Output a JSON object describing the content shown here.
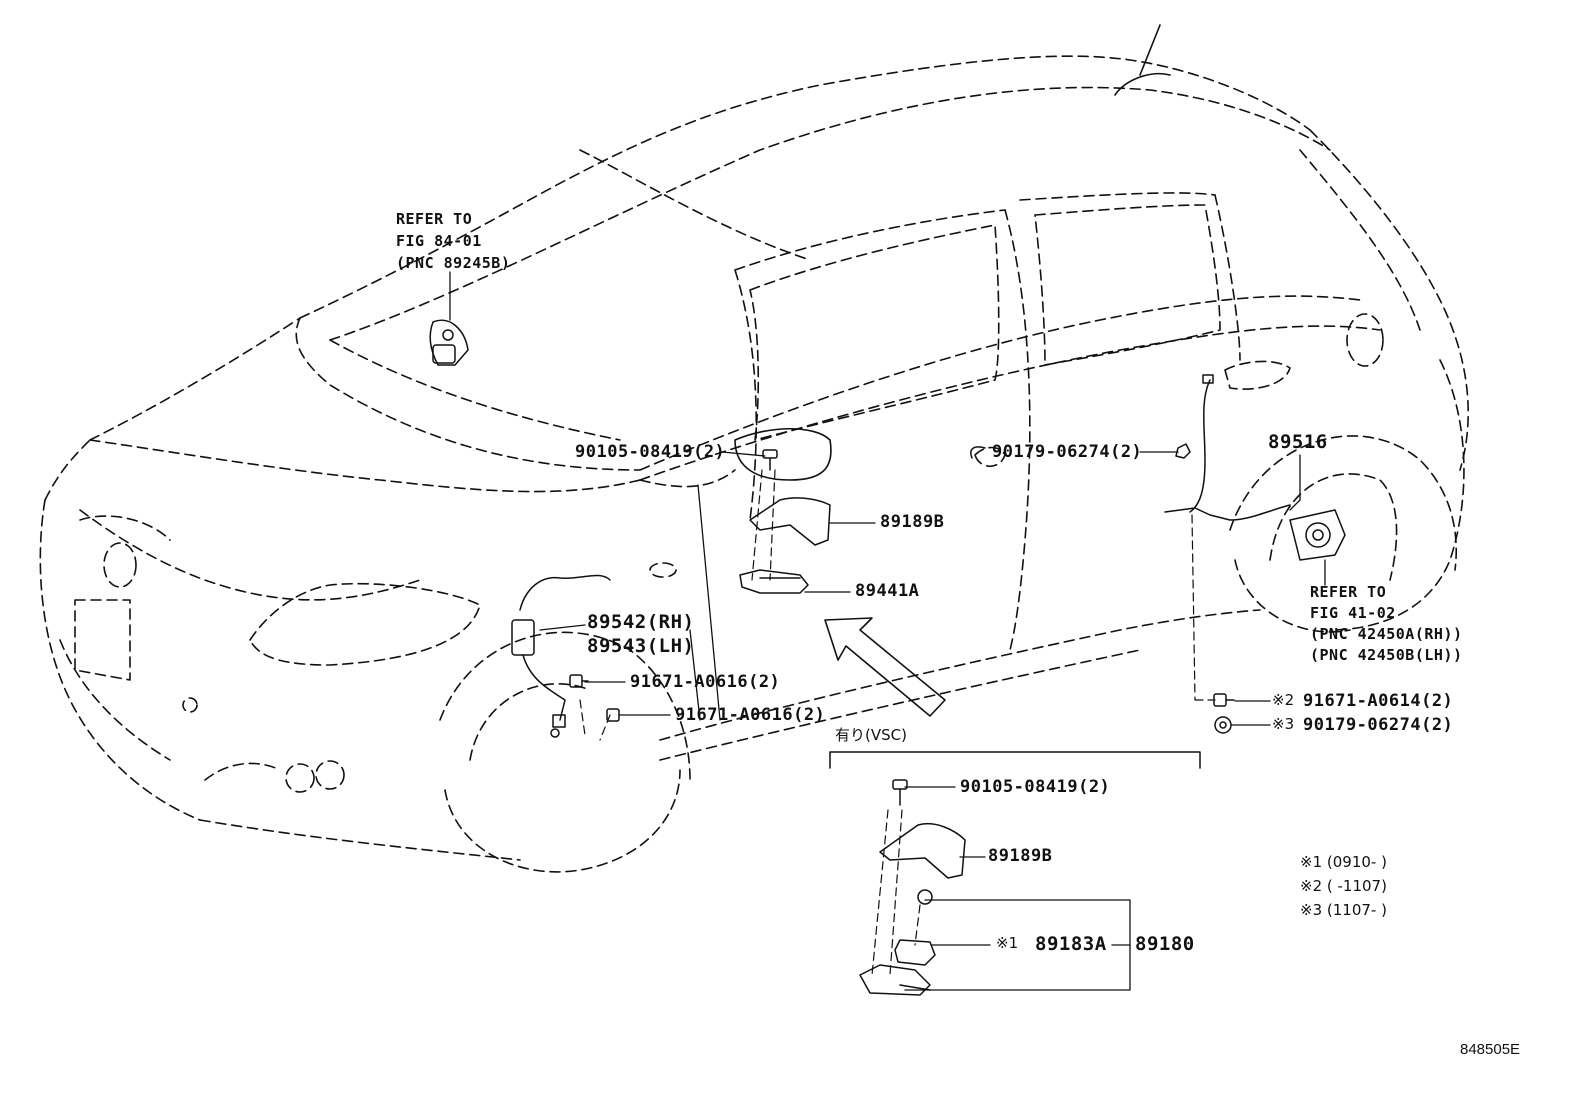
{
  "diagram": {
    "refer_top": {
      "line1": "REFER TO",
      "line2": "FIG 84-01",
      "line3": "(PNC 89245B)"
    },
    "refer_right": {
      "line1": "REFER TO",
      "line2": "FIG 41-02",
      "line3": "(PNC 42450A(RH))",
      "line4": "(PNC 42450B(LH))"
    },
    "parts": {
      "bolt_90105_top": "90105-08419(2)",
      "nut_90179_top": "90179-06274(2)",
      "sensor_89516": "89516",
      "bracket_89189b_top": "89189B",
      "sensor_89441a": "89441A",
      "sensor_89542": "89542(RH)",
      "sensor_89543": "89543(LH)",
      "bolt_91671_a": "91671-A0616(2)",
      "bolt_91671_b": "91671-A0616(2)",
      "bolt_91671_a0614": "91671-A0614(2)",
      "nut_90179_lower": "90179-06274(2)",
      "bolt_90105_inset": "90105-08419(2)",
      "bracket_89189b_inset": "89189B",
      "sensor_89183a": "89183A",
      "assy_89180": "89180"
    },
    "marks": {
      "m1": "※1",
      "m2": "※2",
      "m3": "※3"
    },
    "inset_title": "有り(VSC)",
    "notes": [
      "※1 (0910-     )",
      "※2 (     -1107)",
      "※3 (1107-     )"
    ],
    "figure_id": "848505E"
  }
}
